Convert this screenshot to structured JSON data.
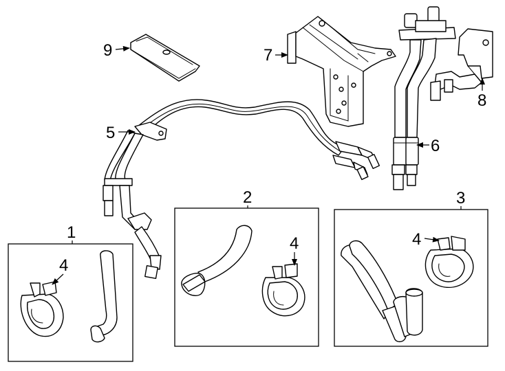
{
  "diagram": {
    "callouts": [
      {
        "id": "c1",
        "label": "1",
        "part": "heater-hose-kit-left"
      },
      {
        "id": "c2",
        "label": "2",
        "part": "heater-hose-kit-center"
      },
      {
        "id": "c3",
        "label": "3",
        "part": "heater-hose-kit-right"
      },
      {
        "id": "c4a",
        "label": "4",
        "part": "hose-clamp"
      },
      {
        "id": "c4b",
        "label": "4",
        "part": "hose-clamp"
      },
      {
        "id": "c4c",
        "label": "4",
        "part": "hose-clamp"
      },
      {
        "id": "c5",
        "label": "5",
        "part": "heater-hose-assembly"
      },
      {
        "id": "c6",
        "label": "6",
        "part": "hose-tube-assembly"
      },
      {
        "id": "c7",
        "label": "7",
        "part": "mounting-bracket"
      },
      {
        "id": "c8",
        "label": "8",
        "part": "hose-bracket"
      },
      {
        "id": "c9",
        "label": "9",
        "part": "cover-pad"
      }
    ]
  }
}
